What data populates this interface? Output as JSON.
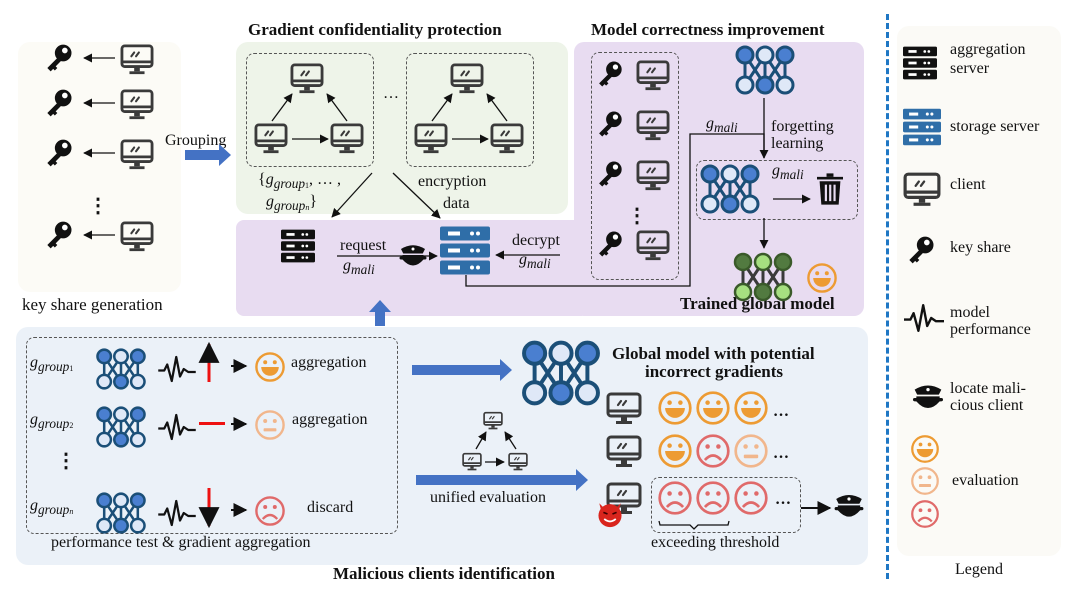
{
  "sections": {
    "key_share_generation": {
      "caption": "key share generation",
      "grouping_label": "Grouping"
    },
    "gradient_confidentiality": {
      "title": "Gradient confidentiality protection",
      "ellipsis": "…",
      "group_set_open": "{",
      "group_set_sym": "g",
      "group_set_sub1": "group",
      "group_set_idx1": "1",
      "group_set_mid": ", … ,",
      "group_set_subn": "group",
      "group_set_idxn": "n",
      "group_set_close": "}",
      "encryption_label_line1": "encryption",
      "encryption_label_line2": "data"
    },
    "servers": {
      "request_label": "request",
      "request_math": "g",
      "request_math_sub": "mali",
      "decrypt_label": "decrypt",
      "decrypt_math": "g",
      "decrypt_math_sub": "mali"
    },
    "model_correctness": {
      "title": "Model correctness improvement",
      "g_mali": "g",
      "g_mali_sub": "mali",
      "forgetting_line1": "forgetting",
      "forgetting_line2": "learning",
      "g_mali_trash": "g",
      "g_mali_trash_sub": "mali",
      "trained_caption": "Trained global model",
      "vertical_ellipsis": "⋮"
    },
    "malicious_identification": {
      "title": "Malicious clients identification",
      "rows": [
        {
          "sym": "g",
          "sub": "group",
          "idx": "1",
          "trend": "up",
          "face": "happy",
          "result": "aggregation"
        },
        {
          "sym": "g",
          "sub": "group",
          "idx": "2",
          "trend": "flat",
          "face": "neutral",
          "result": "aggregation"
        },
        {
          "sym": "g",
          "sub": "group",
          "idx": "n",
          "trend": "down",
          "face": "sad",
          "result": "discard"
        }
      ],
      "vertical_ellipsis": "⋮",
      "perf_caption": "performance test & gradient aggregation",
      "global_model_line1": "Global model with potential",
      "global_model_line2": "incorrect gradients",
      "unified_caption": "unified evaluation",
      "eval_rows": [
        {
          "faces": [
            "happy",
            "happy",
            "happy"
          ],
          "more": "…"
        },
        {
          "faces": [
            "happy",
            "sad",
            "neutral"
          ],
          "more": "…"
        },
        {
          "faces": [
            "sad",
            "sad",
            "sad"
          ],
          "more": "…",
          "malicious": true
        }
      ],
      "threshold_caption": "exceeding threshold"
    }
  },
  "legend": {
    "caption": "Legend",
    "items": [
      {
        "icon": "aggregation-server-icon",
        "label_line1": "aggregation",
        "label_line2": "server"
      },
      {
        "icon": "storage-server-icon",
        "label_line1": "storage server",
        "label_line2": ""
      },
      {
        "icon": "client-icon",
        "label_line1": "client",
        "label_line2": ""
      },
      {
        "icon": "key-share-icon",
        "label_line1": "key share",
        "label_line2": ""
      },
      {
        "icon": "model-performance-icon",
        "label_line1": "model",
        "label_line2": "performance"
      },
      {
        "icon": "police-icon",
        "label_line1": "locate mali-",
        "label_line2": "cious client"
      },
      {
        "icon": "evaluation-faces-icon",
        "label_line1": "evaluation",
        "label_line2": ""
      }
    ]
  },
  "colors": {
    "key_panel_bg": "#fcfbf6",
    "green_panel_bg": "#eef4e9",
    "purple_panel_bg": "#e8dcf1",
    "blue_panel_bg": "#ebf1f8",
    "legend_bg": "#fbfaf6",
    "accent_blue": "#4472c4",
    "storage_blue": "#2f6ea8",
    "divider_blue": "#1f77c4",
    "happy_orange": "#ed9b33",
    "neutral_peach": "#f1b68c",
    "sad_red": "#e06a6a",
    "trend_red": "#ee1111",
    "nn_dark": "#1b4f78",
    "nn_fill_dark": "#4a7fd0",
    "nn_fill_light": "#dfe8f7",
    "nn_green_dark": "#527a40",
    "nn_green_light": "#a6df80"
  }
}
